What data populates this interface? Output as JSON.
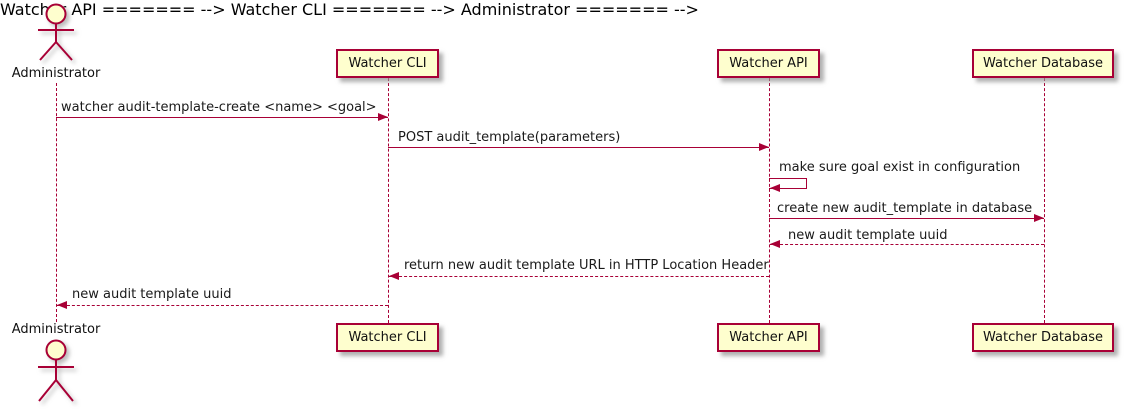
{
  "diagram": {
    "type": "sequence-diagram",
    "actor": {
      "name": "Administrator"
    },
    "participants": [
      {
        "label": "Watcher CLI"
      },
      {
        "label": "Watcher API"
      },
      {
        "label": "Watcher Database"
      }
    ],
    "messages": [
      {
        "from": "Administrator",
        "to": "Watcher CLI",
        "style": "solid",
        "label": "watcher audit-template-create <name> <goal>"
      },
      {
        "from": "Watcher CLI",
        "to": "Watcher API",
        "style": "solid",
        "label": "POST audit_template(parameters)"
      },
      {
        "from": "Watcher API",
        "to": "Watcher API",
        "style": "self",
        "label": "make sure goal exist in configuration"
      },
      {
        "from": "Watcher API",
        "to": "Watcher Database",
        "style": "solid",
        "label": "create new audit_template in database"
      },
      {
        "from": "Watcher Database",
        "to": "Watcher API",
        "style": "dashed",
        "label": "new audit template uuid"
      },
      {
        "from": "Watcher API",
        "to": "Watcher CLI",
        "style": "dashed",
        "label": "return new audit template URL in HTTP Location Header"
      },
      {
        "from": "Watcher CLI",
        "to": "Administrator",
        "style": "dashed",
        "label": "new audit template uuid"
      }
    ],
    "colors": {
      "border": "#A80036",
      "fill": "#FEFECE",
      "line": "#A80036",
      "text": "#1a1a1a",
      "background": "#ffffff"
    }
  }
}
